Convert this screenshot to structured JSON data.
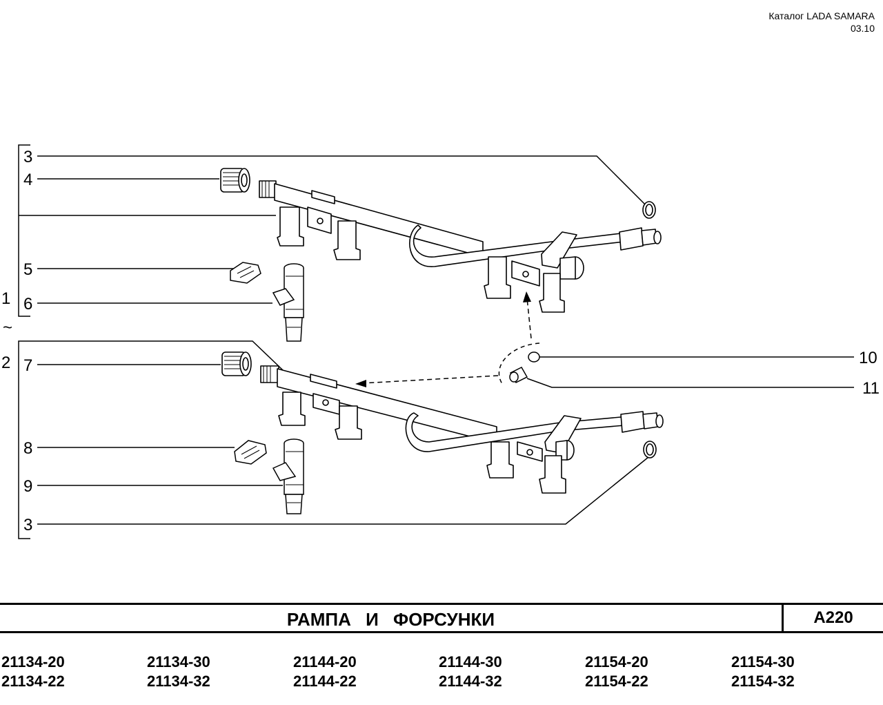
{
  "header": {
    "catalog": "Каталог  LADA SAMARA",
    "date": "03.10"
  },
  "callouts": [
    "3",
    "4",
    "5",
    "1",
    "6",
    "~",
    "2",
    "7",
    "8",
    "9",
    "3",
    "10",
    "11"
  ],
  "title": {
    "name": "РАМПА   И   ФОРСУНКИ",
    "code": "A220"
  },
  "models": [
    [
      "21134-20",
      "21134-22"
    ],
    [
      "21134-30",
      "21134-32"
    ],
    [
      "21144-20",
      "21144-22"
    ],
    [
      "21144-30",
      "21144-32"
    ],
    [
      "21154-20",
      "21154-22"
    ],
    [
      "21154-30",
      "21154-32"
    ]
  ]
}
